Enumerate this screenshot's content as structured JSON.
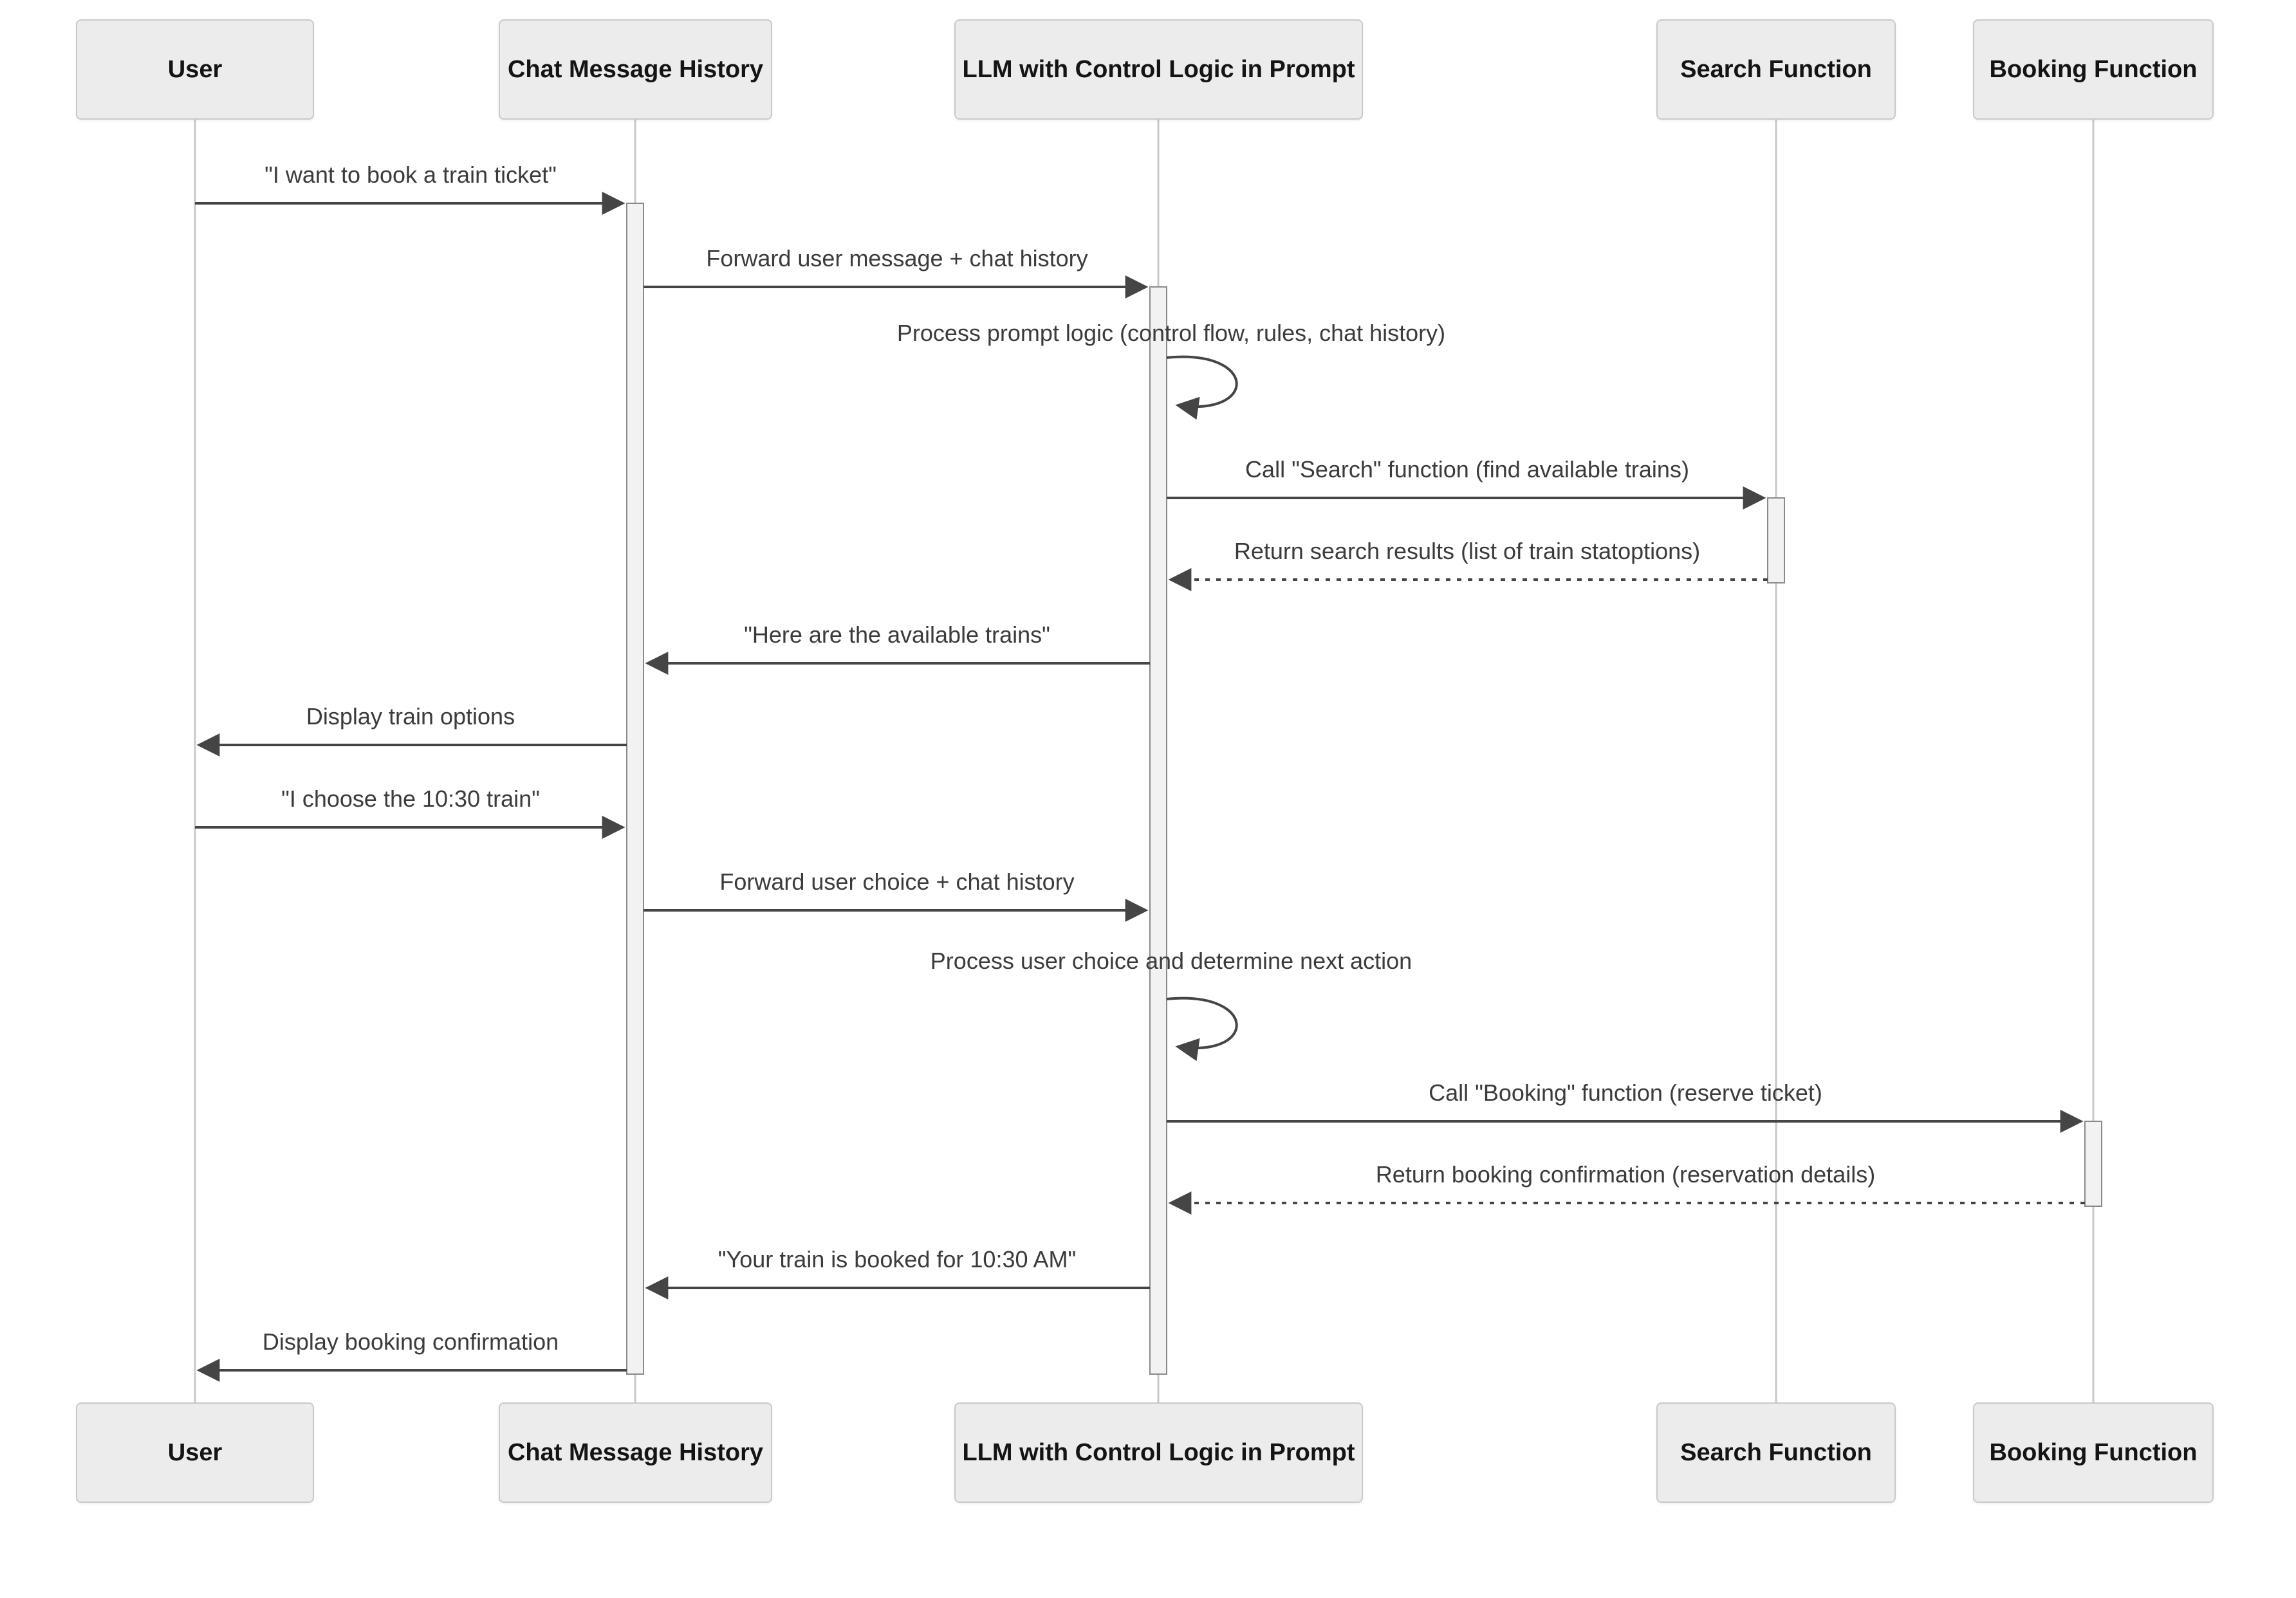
{
  "diagram": {
    "type": "sequence-diagram",
    "actors": [
      {
        "id": "user",
        "label": "User"
      },
      {
        "id": "chat",
        "label": "Chat Message History"
      },
      {
        "id": "llm",
        "label": "LLM with Control Logic in Prompt"
      },
      {
        "id": "search",
        "label": "Search Function"
      },
      {
        "id": "booking",
        "label": "Booking Function"
      }
    ],
    "messages": [
      {
        "from": "user",
        "to": "chat",
        "style": "solid",
        "label": "\"I want to book a train ticket\""
      },
      {
        "from": "chat",
        "to": "llm",
        "style": "solid",
        "label": "Forward user message + chat history"
      },
      {
        "from": "llm",
        "to": "llm",
        "style": "self",
        "label": "Process prompt logic (control flow, rules, chat history)"
      },
      {
        "from": "llm",
        "to": "search",
        "style": "solid",
        "label": "Call \"Search\" function (find available trains)"
      },
      {
        "from": "search",
        "to": "llm",
        "style": "dotted",
        "label": "Return search results (list of train statoptions)"
      },
      {
        "from": "llm",
        "to": "chat",
        "style": "solid",
        "label": "\"Here are the available trains\""
      },
      {
        "from": "chat",
        "to": "user",
        "style": "solid",
        "label": "Display train options"
      },
      {
        "from": "user",
        "to": "chat",
        "style": "solid",
        "label": "\"I choose the 10:30 train\""
      },
      {
        "from": "chat",
        "to": "llm",
        "style": "solid",
        "label": "Forward user choice + chat history"
      },
      {
        "from": "llm",
        "to": "llm",
        "style": "self",
        "label": "Process user choice and determine next action"
      },
      {
        "from": "llm",
        "to": "booking",
        "style": "solid",
        "label": "Call \"Booking\" function (reserve ticket)"
      },
      {
        "from": "booking",
        "to": "llm",
        "style": "dotted",
        "label": "Return booking confirmation (reservation details)"
      },
      {
        "from": "llm",
        "to": "chat",
        "style": "solid",
        "label": "\"Your train is booked for 10:30 AM\""
      },
      {
        "from": "chat",
        "to": "user",
        "style": "solid",
        "label": "Display booking confirmation"
      }
    ],
    "colors": {
      "background": "#ffffff",
      "actor_fill": "#ececec",
      "actor_border": "#c9c9c9",
      "lifeline": "#c8c8c8",
      "arrow": "#454545",
      "message_text": "#3b3b3b",
      "activation_fill": "#f2f2f2",
      "activation_border": "#8a8a8a"
    }
  }
}
